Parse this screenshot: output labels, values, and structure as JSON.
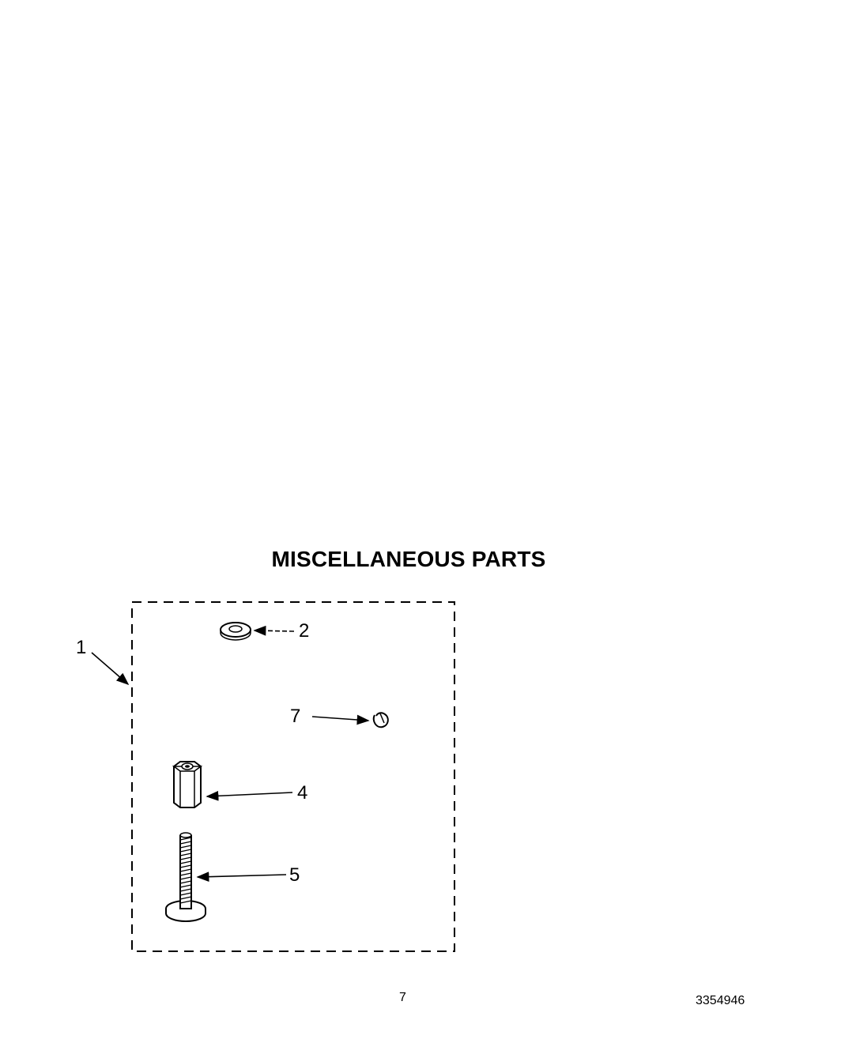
{
  "title": "MISCELLANEOUS PARTS",
  "callouts": {
    "c1": "1",
    "c2": "2",
    "c4": "4",
    "c5": "5",
    "c7": "7"
  },
  "footer": {
    "page_number": "7",
    "document_number": "3354946"
  }
}
